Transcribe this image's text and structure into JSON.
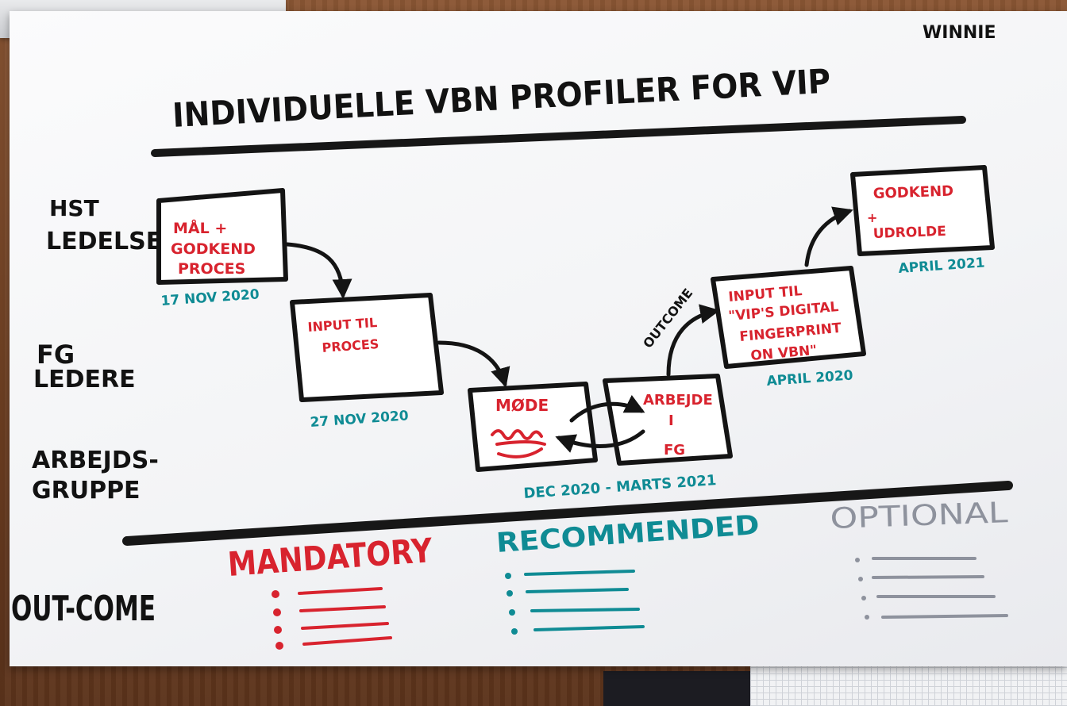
{
  "signature": "WINNIE",
  "title": "INDIVIDUELLE  VBN PROFILER FOR VIP",
  "rows": {
    "hst_ledelse": [
      "HST",
      "LEDELSE"
    ],
    "fg_ledere": [
      "FG",
      "LEDERE"
    ],
    "arbejdsgruppe": [
      "ARBEJDS-",
      "GRUPPE"
    ],
    "outcome": "OUT-COME"
  },
  "boxes": {
    "box1": {
      "lines": [
        "MÅL +",
        "GODKEND",
        "PROCES"
      ],
      "date": "17 NOV 2020"
    },
    "box2": {
      "lines": [
        "INPUT TIL",
        "PROCES"
      ],
      "date": "27 NOV 2020"
    },
    "box3": {
      "lines": [
        "MØDE"
      ]
    },
    "box4": {
      "lines": [
        "ARBEJDE",
        "I",
        "FG"
      ]
    },
    "box34_date": "DEC 2020 - MARTS 2021",
    "box5": {
      "lines": [
        "INPUT TIL",
        "\"VIP'S DIGITAL",
        "FINGERPRINT",
        "ON VBN\""
      ],
      "date": "APRIL 2020"
    },
    "box6": {
      "lines": [
        "GODKEND",
        "+",
        "UDROLDE"
      ],
      "date": "APRIL 2021"
    }
  },
  "arrow_label": "OUTCOME",
  "legend": {
    "mandatory": {
      "label": "MANDATORY",
      "color": "#d8232e"
    },
    "recommended": {
      "label": "RECOMMENDED",
      "color": "#0f8b94"
    },
    "optional": {
      "label": "OPTIONAL",
      "color": "#8e929d"
    }
  }
}
